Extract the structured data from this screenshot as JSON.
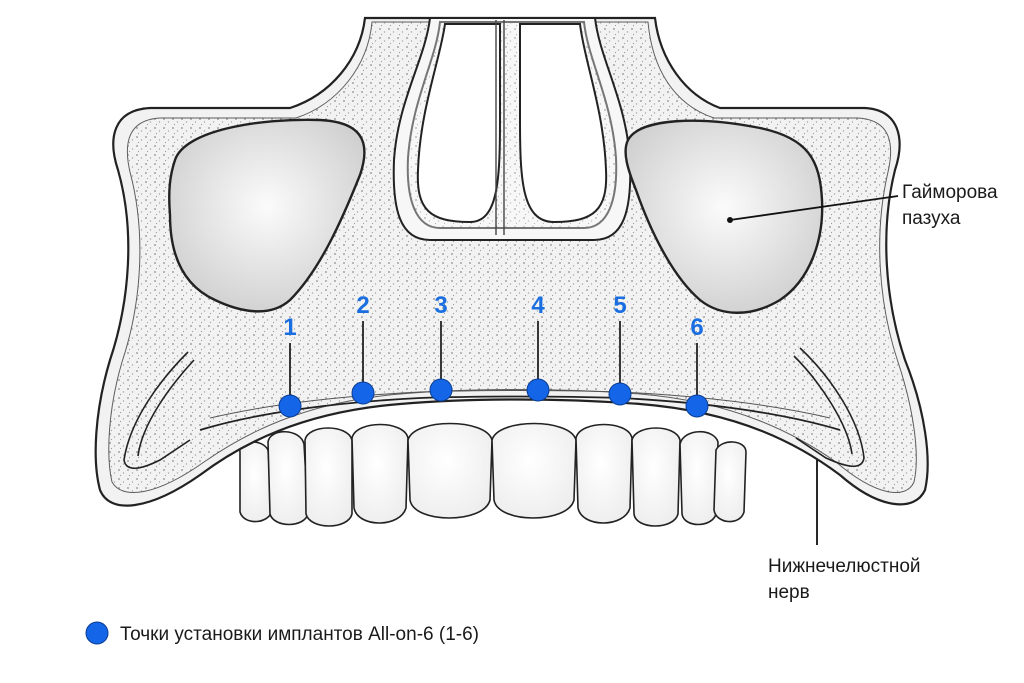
{
  "colors": {
    "implant": "#1565e8",
    "implant_label": "#1a6ee0",
    "line": "#222222",
    "bone": "#efefef",
    "sinus": "#dedede"
  },
  "implants": [
    {
      "label": "1"
    },
    {
      "label": "2"
    },
    {
      "label": "3"
    },
    {
      "label": "4"
    },
    {
      "label": "5"
    },
    {
      "label": "6"
    }
  ],
  "callouts": {
    "sinus_line1": "Гайморова",
    "sinus_line2": "пазуха",
    "nerve_line1": "Нижнечелюстной",
    "nerve_line2": "нерв"
  },
  "legend": {
    "text": "Точки установки имплантов All-on-6 (1-6)"
  }
}
